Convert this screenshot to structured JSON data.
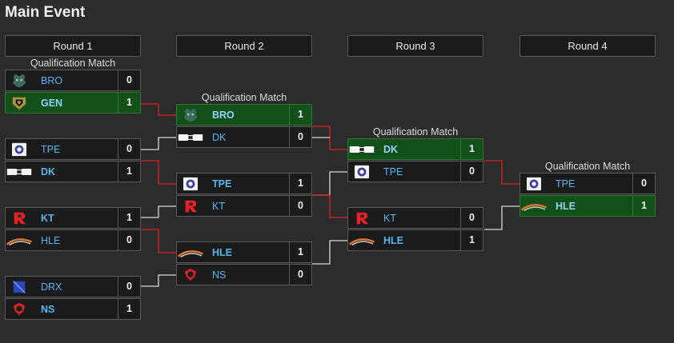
{
  "title": "Main Event",
  "rounds": [
    "Round 1",
    "Round 2",
    "Round 3",
    "Round 4"
  ],
  "qualification_label": "Qualification Match",
  "matches": {
    "r1m1": {
      "teams": [
        {
          "name": "BRO",
          "score": "0",
          "logo": "bro-logo-icon"
        },
        {
          "name": "GEN",
          "score": "1",
          "logo": "gen-logo-icon"
        }
      ]
    },
    "r1m2": {
      "teams": [
        {
          "name": "TPE",
          "score": "0",
          "logo": "tpe-logo-icon"
        },
        {
          "name": "DK",
          "score": "1",
          "logo": "dk-logo-icon"
        }
      ]
    },
    "r1m3": {
      "teams": [
        {
          "name": "KT",
          "score": "1",
          "logo": "kt-logo-icon"
        },
        {
          "name": "HLE",
          "score": "0",
          "logo": "hle-logo-icon"
        }
      ]
    },
    "r1m4": {
      "teams": [
        {
          "name": "DRX",
          "score": "0",
          "logo": "drx-logo-icon"
        },
        {
          "name": "NS",
          "score": "1",
          "logo": "ns-logo-icon"
        }
      ]
    },
    "r2m1": {
      "teams": [
        {
          "name": "BRO",
          "score": "1",
          "logo": "bro-logo-icon"
        },
        {
          "name": "DK",
          "score": "0",
          "logo": "dk-logo-icon"
        }
      ]
    },
    "r2m2": {
      "teams": [
        {
          "name": "TPE",
          "score": "1",
          "logo": "tpe-logo-icon"
        },
        {
          "name": "KT",
          "score": "0",
          "logo": "kt-logo-icon"
        }
      ]
    },
    "r2m3": {
      "teams": [
        {
          "name": "HLE",
          "score": "1",
          "logo": "hle-logo-icon"
        },
        {
          "name": "NS",
          "score": "0",
          "logo": "ns-logo-icon"
        }
      ]
    },
    "r3m1": {
      "teams": [
        {
          "name": "DK",
          "score": "1",
          "logo": "dk-logo-icon"
        },
        {
          "name": "TPE",
          "score": "0",
          "logo": "tpe-logo-icon"
        }
      ]
    },
    "r3m2": {
      "teams": [
        {
          "name": "KT",
          "score": "0",
          "logo": "kt-logo-icon"
        },
        {
          "name": "HLE",
          "score": "1",
          "logo": "hle-logo-icon"
        }
      ]
    },
    "r4m1": {
      "teams": [
        {
          "name": "TPE",
          "score": "0",
          "logo": "tpe-logo-icon"
        },
        {
          "name": "HLE",
          "score": "1",
          "logo": "hle-logo-icon"
        }
      ]
    }
  },
  "colors": {
    "background": "#2c2c2c",
    "card": "#1b1b1b",
    "win_highlight": "#14511a",
    "team_text": "#58b6f2",
    "advance_line": "#e02020",
    "bracket_line": "#d8d8d8"
  }
}
